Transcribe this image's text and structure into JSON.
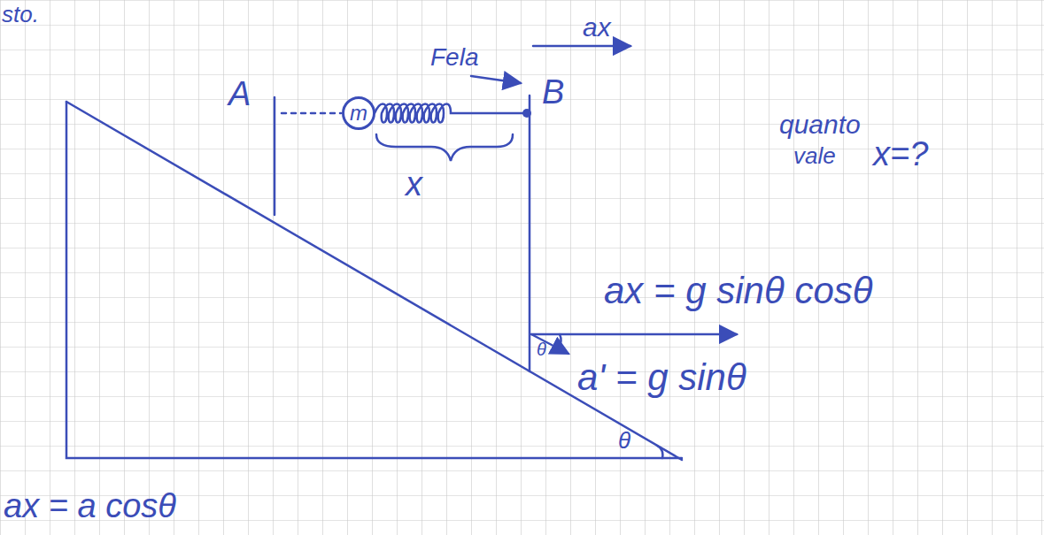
{
  "diagram": {
    "nodes": [
      {
        "text": [
          "m"
        ]
      }
    ],
    "labels": [
      "sto.",
      "ax",
      "Fela",
      "A",
      "B",
      "x",
      "quanto",
      "vale",
      "x=?",
      "ax = g sinθ cosθ",
      "θ",
      "a' = g sinθ",
      "θ",
      "ax = a cosθ"
    ]
  }
}
